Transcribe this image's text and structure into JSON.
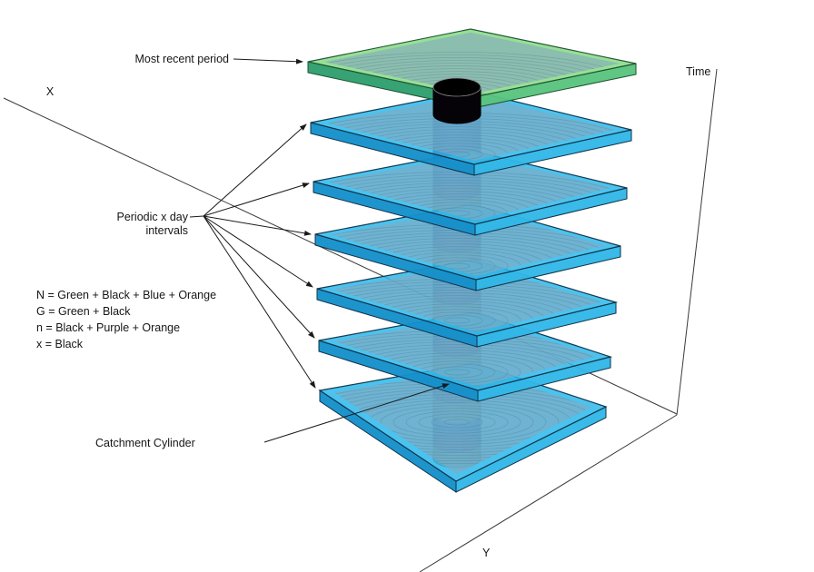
{
  "title": "Catchment cylinder periodic intervals diagram",
  "background": "#ffffff",
  "labels": {
    "most_recent_period": "Most recent period",
    "periodic_line1": "Periodic x day",
    "periodic_line2": "intervals",
    "catchment_cylinder": "Catchment Cylinder",
    "axis_x": "X",
    "axis_y": "Y",
    "axis_time": "Time"
  },
  "legend": {
    "lines": [
      "N = Green + Black + Blue + Orange",
      "G = Green + Black",
      "n = Black + Purple + Orange",
      "x = Black"
    ]
  },
  "planes": {
    "count": 7,
    "top_plane_color_name": "green",
    "interval_plane_color_name": "blue"
  },
  "cylinder": {
    "disc_count": 6,
    "cap_color_name": "black",
    "body_color_name": "purple",
    "disc_color_name": "crimson",
    "band_color_name": "orange"
  },
  "colors": {
    "plane_blue_top": "#29b8ec",
    "plane_blue_side_left": "#1590cb",
    "plane_blue_side_right": "#31b7e7",
    "plane_blue_outline": "#0f3349",
    "plane_green_top": "#84d982",
    "plane_green_side_left": "#2f9e6d",
    "plane_green_side_right": "#5ac47e",
    "plane_green_outline": "#1c5230",
    "surface_gray": "#85a9bf",
    "ripple": "#4c6e87",
    "cyl_purple_dark": "#45135e",
    "cyl_purple_mid": "#8d3cb6",
    "cyl_purple_edge": "#4a1668",
    "disc_crimson": "#c12153",
    "disc_crimson_dark": "#9c1038",
    "band_orange": "#ee9b52",
    "band_orange_dark": "#cf7630",
    "cap_black": "#050308",
    "line": "#1a1a1a"
  }
}
